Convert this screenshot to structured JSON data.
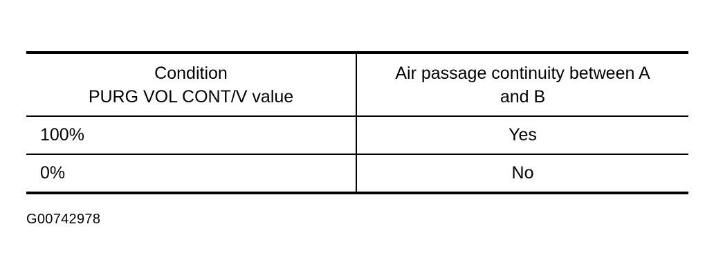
{
  "table": {
    "header": {
      "condition_line1": "Condition",
      "condition_line2": "PURG VOL CONT/V value",
      "air_line1": "Air passage continuity between A",
      "air_line2": "and B"
    },
    "rows": [
      {
        "condition": "100%",
        "air": "Yes"
      },
      {
        "condition": "0%",
        "air": "No"
      }
    ]
  },
  "figure_id": "G00742978"
}
